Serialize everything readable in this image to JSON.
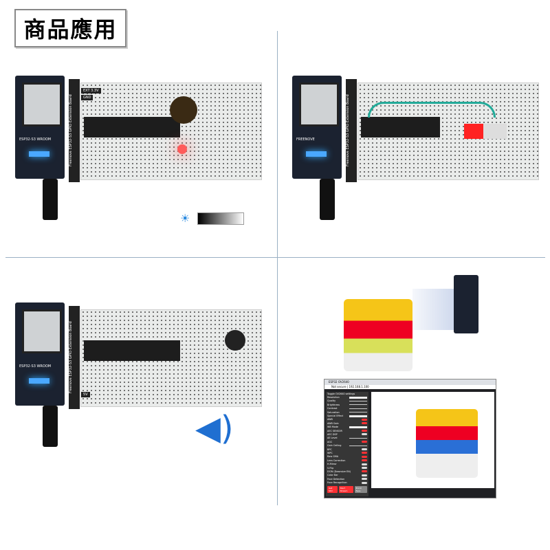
{
  "heading": "商品應用",
  "board": {
    "module": "ESP32-S3 WROOM",
    "brand": "FREENOVE",
    "extension": "Freenove ESP32-S3 GPIO Extension Board",
    "pin_33": "EXT 3.3V",
    "pin_gnd": "GND",
    "pin_5v": "5V"
  },
  "browser": {
    "tab": "ESP32 OV2640",
    "address": "Not secure | 192.168.1.100",
    "panel_title": "Toggle OV2640 settings",
    "settings": [
      {
        "label": "Resolution",
        "type": "select"
      },
      {
        "label": "Quality",
        "type": "slider"
      },
      {
        "label": "Brightness",
        "type": "slider"
      },
      {
        "label": "Contrast",
        "type": "slider"
      },
      {
        "label": "Saturation",
        "type": "slider"
      },
      {
        "label": "Special Effect",
        "type": "select"
      },
      {
        "label": "AWB",
        "type": "on"
      },
      {
        "label": "AWB Gain",
        "type": "on"
      },
      {
        "label": "WB Mode",
        "type": "select"
      },
      {
        "label": "AEC SENSOR",
        "type": "on"
      },
      {
        "label": "AEC DSP",
        "type": "off"
      },
      {
        "label": "AE Level",
        "type": "slider"
      },
      {
        "label": "AGC",
        "type": "on"
      },
      {
        "label": "Gain Ceiling",
        "type": "slider"
      },
      {
        "label": "BPC",
        "type": "off"
      },
      {
        "label": "WPC",
        "type": "on"
      },
      {
        "label": "Raw GMA",
        "type": "on"
      },
      {
        "label": "Lens Correction",
        "type": "on"
      },
      {
        "label": "H-Mirror",
        "type": "off"
      },
      {
        "label": "V-Flip",
        "type": "off"
      },
      {
        "label": "DCW (Downsize EN)",
        "type": "on"
      },
      {
        "label": "Color Bar",
        "type": "off"
      },
      {
        "label": "Face Detection",
        "type": "off"
      },
      {
        "label": "Face Recognition",
        "type": "off"
      }
    ],
    "buttons": [
      "Get Still",
      "Start Stream",
      "Enroll Face"
    ]
  }
}
